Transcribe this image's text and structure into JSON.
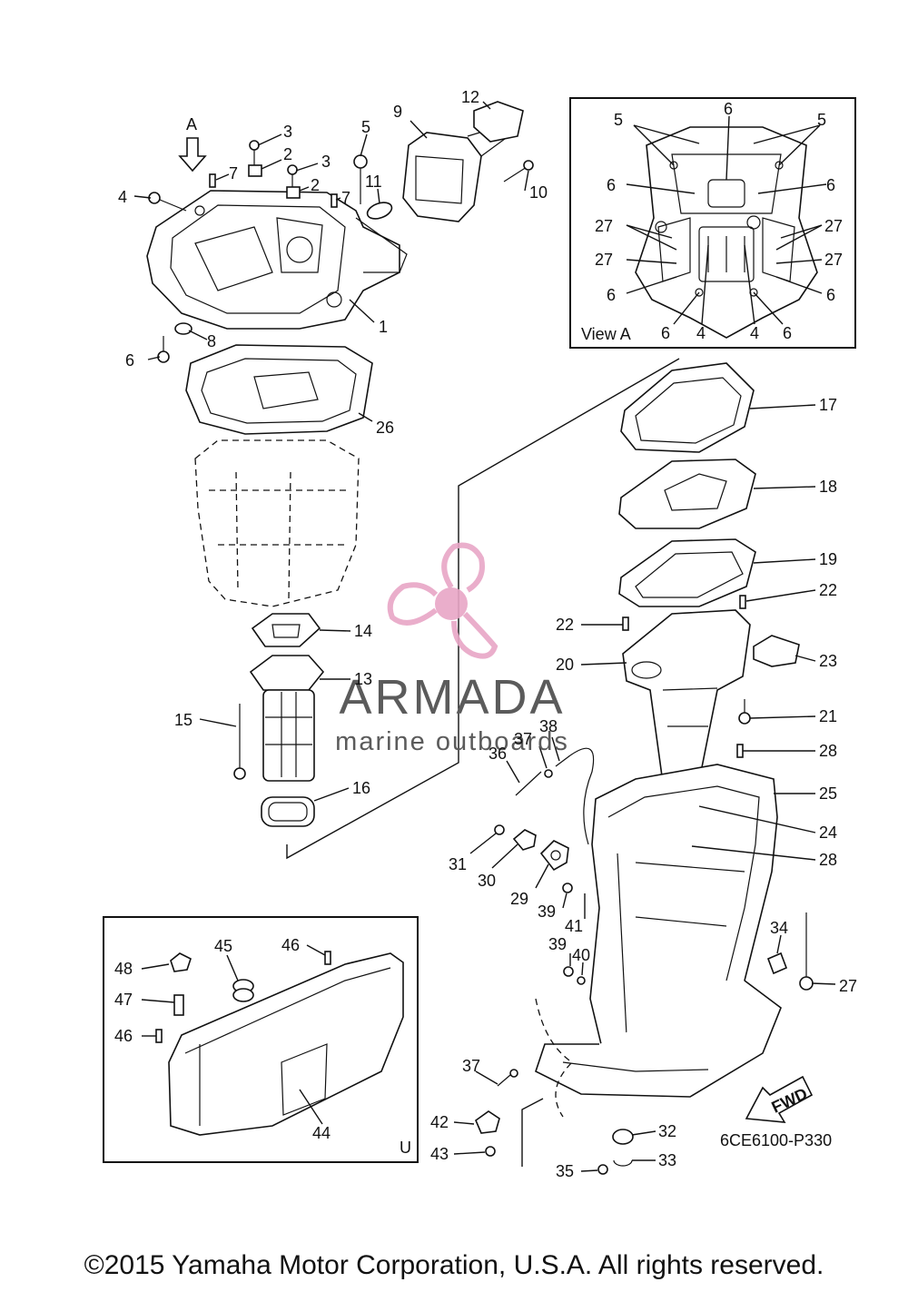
{
  "view_label": "View A",
  "view_arrow_label": "A",
  "inset_label": "U",
  "fwd_label": "FWD",
  "drawing_code": "6CE6100-P330",
  "copyright": "©2015 Yamaha Motor Corporation, U.S.A. All rights reserved.",
  "watermark": {
    "brand": "ARMADA",
    "tagline": "marine outboards",
    "accent_color": "#e8a6c6",
    "text_color": "#5b5b5b"
  },
  "callouts": [
    {
      "id": "c1",
      "label": "1"
    },
    {
      "id": "c2a",
      "label": "2"
    },
    {
      "id": "c2b",
      "label": "2"
    },
    {
      "id": "c3a",
      "label": "3"
    },
    {
      "id": "c3b",
      "label": "3"
    },
    {
      "id": "c4",
      "label": "4"
    },
    {
      "id": "c5",
      "label": "5"
    },
    {
      "id": "c6",
      "label": "6"
    },
    {
      "id": "c7a",
      "label": "7"
    },
    {
      "id": "c7b",
      "label": "7"
    },
    {
      "id": "c8",
      "label": "8"
    },
    {
      "id": "c9",
      "label": "9"
    },
    {
      "id": "c10",
      "label": "10"
    },
    {
      "id": "c11",
      "label": "11"
    },
    {
      "id": "c12",
      "label": "12"
    },
    {
      "id": "c13",
      "label": "13"
    },
    {
      "id": "c14",
      "label": "14"
    },
    {
      "id": "c15",
      "label": "15"
    },
    {
      "id": "c16",
      "label": "16"
    },
    {
      "id": "c17",
      "label": "17"
    },
    {
      "id": "c18",
      "label": "18"
    },
    {
      "id": "c19",
      "label": "19"
    },
    {
      "id": "c20",
      "label": "20"
    },
    {
      "id": "c21",
      "label": "21"
    },
    {
      "id": "c22a",
      "label": "22"
    },
    {
      "id": "c22b",
      "label": "22"
    },
    {
      "id": "c23",
      "label": "23"
    },
    {
      "id": "c24",
      "label": "24"
    },
    {
      "id": "c25",
      "label": "25"
    },
    {
      "id": "c26",
      "label": "26"
    },
    {
      "id": "c27",
      "label": "27"
    },
    {
      "id": "c28a",
      "label": "28"
    },
    {
      "id": "c28b",
      "label": "28"
    },
    {
      "id": "c29",
      "label": "29"
    },
    {
      "id": "c30",
      "label": "30"
    },
    {
      "id": "c31",
      "label": "31"
    },
    {
      "id": "c32",
      "label": "32"
    },
    {
      "id": "c33",
      "label": "33"
    },
    {
      "id": "c34",
      "label": "34"
    },
    {
      "id": "c35",
      "label": "35"
    },
    {
      "id": "c36",
      "label": "36"
    },
    {
      "id": "c37a",
      "label": "37"
    },
    {
      "id": "c37b",
      "label": "37"
    },
    {
      "id": "c38",
      "label": "38"
    },
    {
      "id": "c39a",
      "label": "39"
    },
    {
      "id": "c39b",
      "label": "39"
    },
    {
      "id": "c40",
      "label": "40"
    },
    {
      "id": "c41",
      "label": "41"
    },
    {
      "id": "c42",
      "label": "42"
    },
    {
      "id": "c43",
      "label": "43"
    },
    {
      "id": "c44",
      "label": "44"
    },
    {
      "id": "c45",
      "label": "45"
    },
    {
      "id": "c46a",
      "label": "46"
    },
    {
      "id": "c46b",
      "label": "46"
    },
    {
      "id": "c47",
      "label": "47"
    },
    {
      "id": "c48",
      "label": "48"
    },
    {
      "id": "v5a",
      "label": "5"
    },
    {
      "id": "v6a",
      "label": "6"
    },
    {
      "id": "v5b",
      "label": "5"
    },
    {
      "id": "v6b",
      "label": "6"
    },
    {
      "id": "v6c",
      "label": "6"
    },
    {
      "id": "v27a",
      "label": "27"
    },
    {
      "id": "v27b",
      "label": "27"
    },
    {
      "id": "v27c",
      "label": "27"
    },
    {
      "id": "v27d",
      "label": "27"
    },
    {
      "id": "v6d",
      "label": "6"
    },
    {
      "id": "v6e",
      "label": "6"
    },
    {
      "id": "v6f",
      "label": "6"
    },
    {
      "id": "v4a",
      "label": "4"
    },
    {
      "id": "v4b",
      "label": "4"
    },
    {
      "id": "v6g",
      "label": "6"
    }
  ]
}
